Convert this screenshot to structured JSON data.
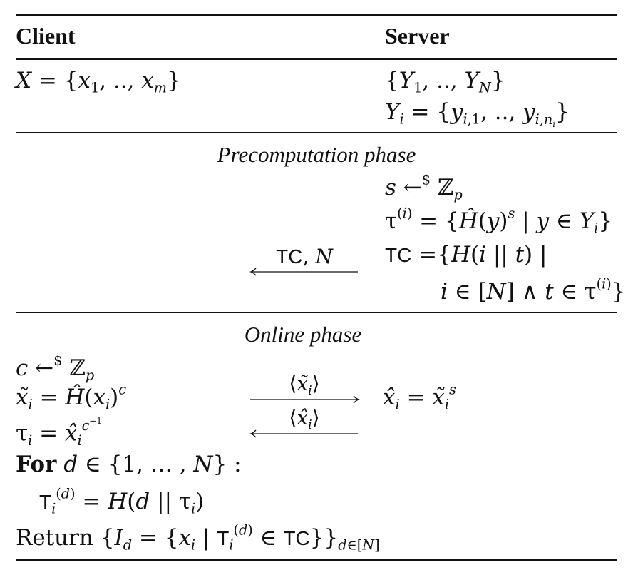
{
  "header": {
    "client": "Client",
    "server": "Server"
  },
  "setup": {
    "client_set": "X = {x₁, .., x_m}",
    "server_sets": "{Y₁, .., Y_N}",
    "server_set_def": "Y_i = {y_{i,1}, .., y_{i,n_i}}"
  },
  "precomputation": {
    "title": "Precomputation phase",
    "step1": "s ←$ ℤ_p",
    "step2": "τ^(i) = {Ĥ(y)^s | y ∈ Y_i}",
    "step3a": "TC = {H(i || t) |",
    "step3b": "i ∈ [N] ∧ t ∈ τ^(i)}",
    "message": "TC, N",
    "message_direction": "server-to-client"
  },
  "online": {
    "title": "Online phase",
    "client_step1": "c ←$ ℤ_p",
    "client_step2": "x̃_i = Ĥ(x_i)^c",
    "client_step3": "τ_i = x̂_i^{c⁻¹}",
    "client_step4": "For d ∈ {1, …, N} :",
    "client_step5": "T_i^(d) = H(d || τ_i)",
    "client_step6": "Return {I_d = {x_i | T_i^(d) ∈ TC}}_{d∈[N]}",
    "server_step1": "x̂_i = x̃_i^s",
    "message1": "⟨x̃_i⟩",
    "message1_direction": "client-to-server",
    "message2": "⟨x̂_i⟩",
    "message2_direction": "server-to-client"
  }
}
